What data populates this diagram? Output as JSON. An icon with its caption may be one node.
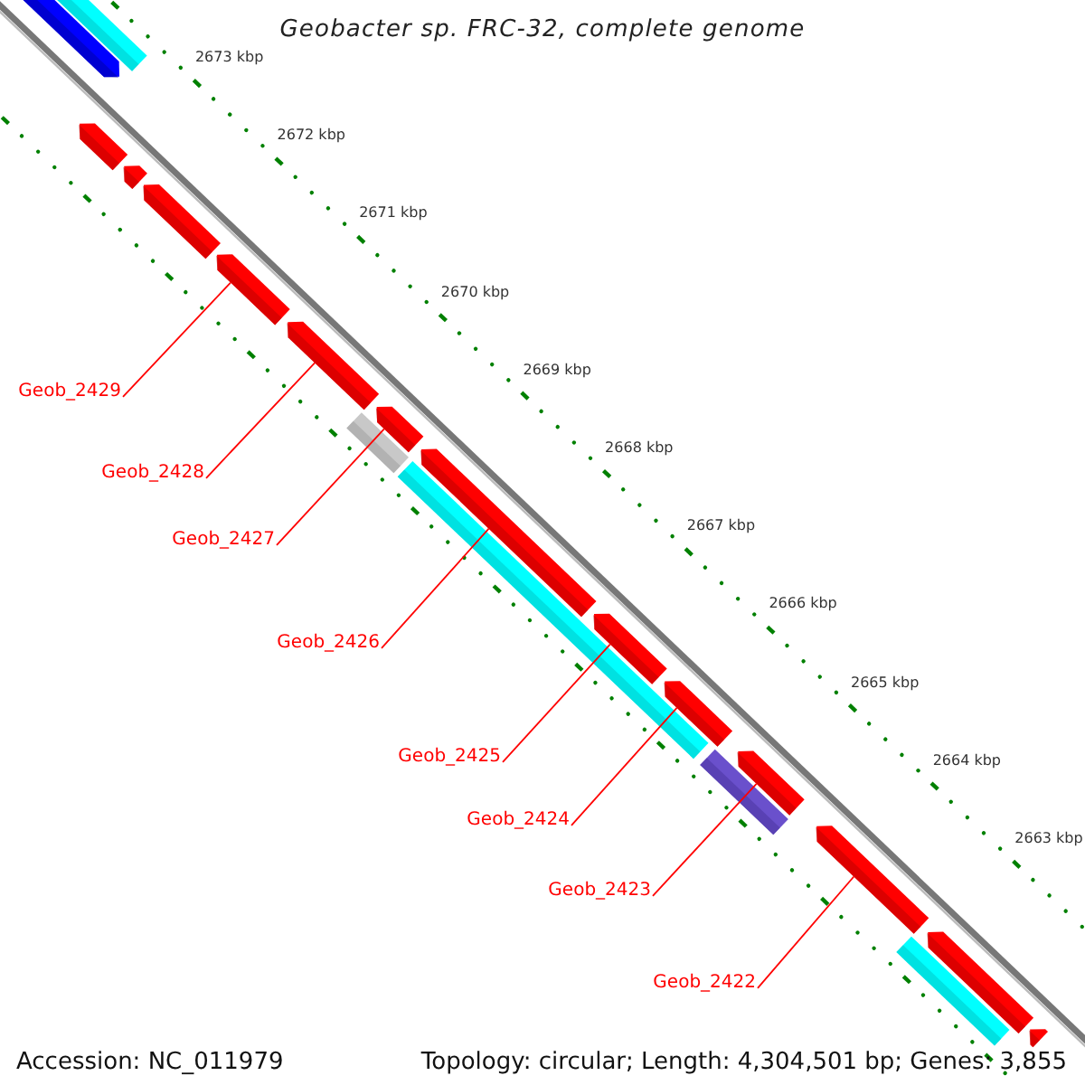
{
  "diagram": {
    "title": "Geobacter sp. FRC-32, complete genome",
    "nodes": [
      {
        "text": [
          "Geob_2429"
        ]
      },
      {
        "text": [
          "Geob_2428"
        ]
      },
      {
        "text": [
          "Geob_2427"
        ]
      },
      {
        "text": [
          "Geob_2426"
        ]
      },
      {
        "text": [
          "Geob_2425"
        ]
      },
      {
        "text": [
          "Geob_2424"
        ]
      },
      {
        "text": [
          "Geob_2423"
        ]
      },
      {
        "text": [
          "Geob_2422"
        ]
      },
      {
        "text": [],
        "shape": "bar"
      },
      {
        "text": [],
        "shape": "bar"
      },
      {
        "text": [],
        "shape": "bar"
      },
      {
        "text": [],
        "shape": "bar"
      },
      {
        "text": [],
        "shape": "bar"
      },
      {
        "text": [],
        "shape": "bar"
      },
      {
        "text": [],
        "shape": "bar"
      },
      {
        "text": [],
        "shape": "bar"
      },
      {
        "text": [],
        "shape": "bar"
      },
      {
        "text": [],
        "shape": "bar"
      },
      {
        "text": [],
        "shape": "bar"
      },
      {
        "text": [],
        "shape": "bar"
      },
      {
        "text": [],
        "shape": "bar"
      },
      {
        "text": [],
        "shape": "bar"
      },
      {
        "text": [],
        "shape": "bar"
      },
      {
        "text": [],
        "shape": "bar"
      },
      {
        "text": [],
        "shape": "bar"
      },
      {
        "text": [],
        "shape": "bar"
      },
      {
        "text": [],
        "shape": "bar"
      }
    ],
    "edges": [
      {
        "from": 0,
        "to": 13,
        "arrow": "none"
      },
      {
        "from": 1,
        "to": 14,
        "arrow": "none"
      },
      {
        "from": 2,
        "to": 16,
        "arrow": "none"
      },
      {
        "from": 3,
        "to": 17,
        "arrow": "none"
      },
      {
        "from": 4,
        "to": 19,
        "arrow": "none"
      },
      {
        "from": 5,
        "to": 20,
        "arrow": "none"
      },
      {
        "from": 6,
        "to": 22,
        "arrow": "none"
      },
      {
        "from": 7,
        "to": 23,
        "arrow": "none"
      }
    ],
    "labels": [
      "2673 kbp",
      "2672 kbp",
      "2671 kbp",
      "2670 kbp",
      "2669 kbp",
      "2668 kbp",
      "2667 kbp",
      "2666 kbp",
      "2665 kbp",
      "2664 kbp",
      "2663 kbp",
      "Accession: NC_011979",
      "Topology: circular; Length: 4,304,501 bp; Genes: 3,855"
    ]
  }
}
